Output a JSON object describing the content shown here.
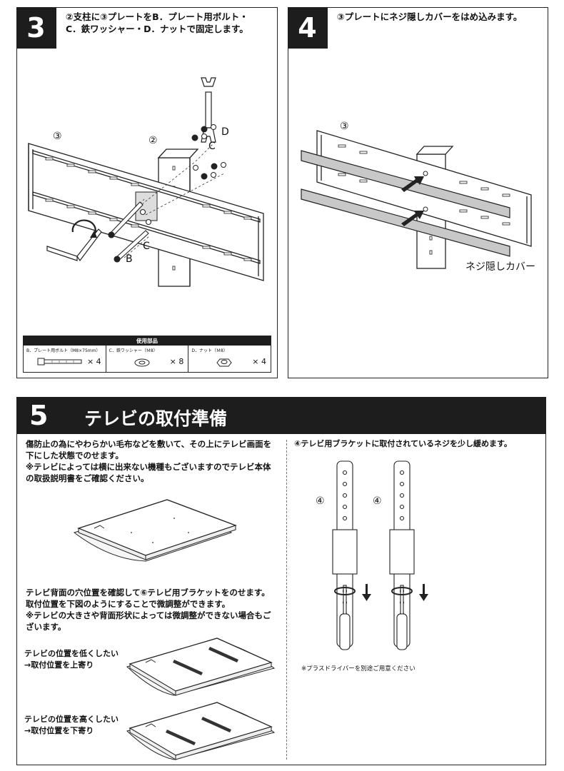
{
  "step3": {
    "number": "3",
    "desc": "②支柱に③プレートをB．プレート用ボルト・\nC．鉄ワッシャー・D．ナットで固定します。",
    "labels": {
      "plate": "③",
      "pole": "②",
      "d": "D",
      "c1": "C",
      "c2": "C",
      "b": "B"
    },
    "parts_table": {
      "header": "使用部品",
      "items": [
        {
          "name": "B．プレート用ボルト（M8×75mm）",
          "qty": "× 4",
          "icon": "bolt-icon"
        },
        {
          "name": "C．鉄ワッシャー（Ｍ8）",
          "qty": "× 8",
          "icon": "washer-icon"
        },
        {
          "name": "D．ナット（Ｍ8）",
          "qty": "× 4",
          "icon": "nut-icon"
        }
      ]
    }
  },
  "step4": {
    "number": "4",
    "desc": "③プレートにネジ隠しカバーをはめ込みます。",
    "labels": {
      "plate": "③",
      "cover": "ネジ隠しカバー"
    }
  },
  "step5": {
    "number": "5",
    "title": "テレビの取付準備",
    "left": {
      "text1": "傷防止の為にやわらかい毛布などを敷いて、その上にテレビ画面を\n下にした状態でのせます。\n※テレビによっては横に出来ない機種もございますのでテレビ本体\nの取扱説明書をご確認ください。",
      "text2": "テレビ背面の穴位置を確認して⑥テレビ用ブラケットをのせます。\n取付位置を下図のようにすることで微調整ができます。\n※テレビの大きさや背面形状によっては微調整ができない場合もご\nざいます。",
      "low_label": "テレビの位置を低くしたい\n→取付位置を上寄り",
      "high_label": "テレビの位置を高くしたい\n→取付位置を下寄り"
    },
    "right": {
      "text": "④テレビ用ブラケットに取付されているネジを少し緩めます。",
      "bracket_label_1": "④",
      "bracket_label_2": "④",
      "note": "※プラスドライバーを別途ご用意ください"
    }
  }
}
